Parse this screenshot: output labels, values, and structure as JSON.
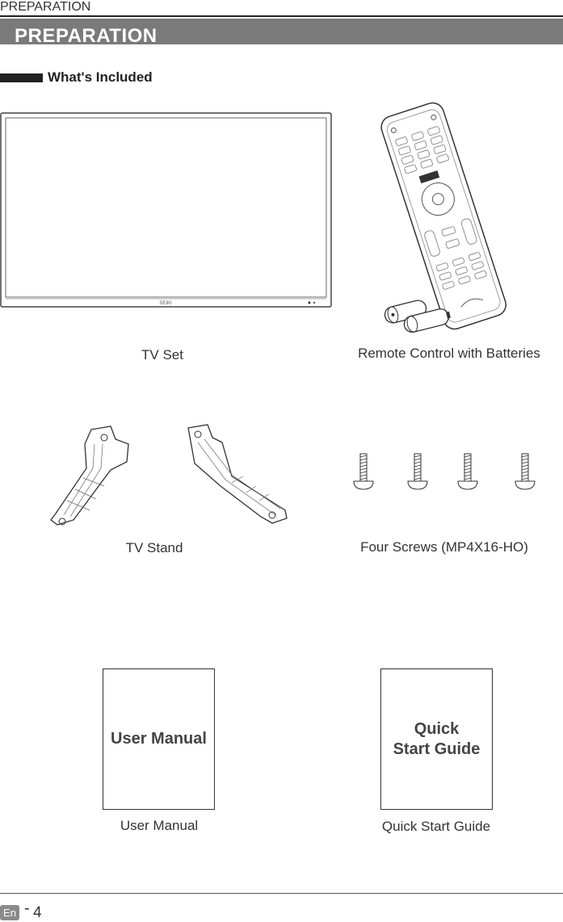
{
  "header": {
    "running_head": "PREPARATION",
    "banner_title": "PREPARATION"
  },
  "section": {
    "title": "What's Included"
  },
  "items": [
    {
      "caption": "TV Set",
      "logo": "SEIKI"
    },
    {
      "caption": "Remote Control with Batteries"
    },
    {
      "caption": "TV Stand"
    },
    {
      "caption": "Four Screws (MP4X16-HO)"
    },
    {
      "caption": "User Manual",
      "booklet_text": "User Manual"
    },
    {
      "caption": "Quick Start Guide",
      "booklet_text": "Quick\nStart Guide"
    }
  ],
  "footer": {
    "lang": "En",
    "dash": "-",
    "page_number": "4"
  }
}
